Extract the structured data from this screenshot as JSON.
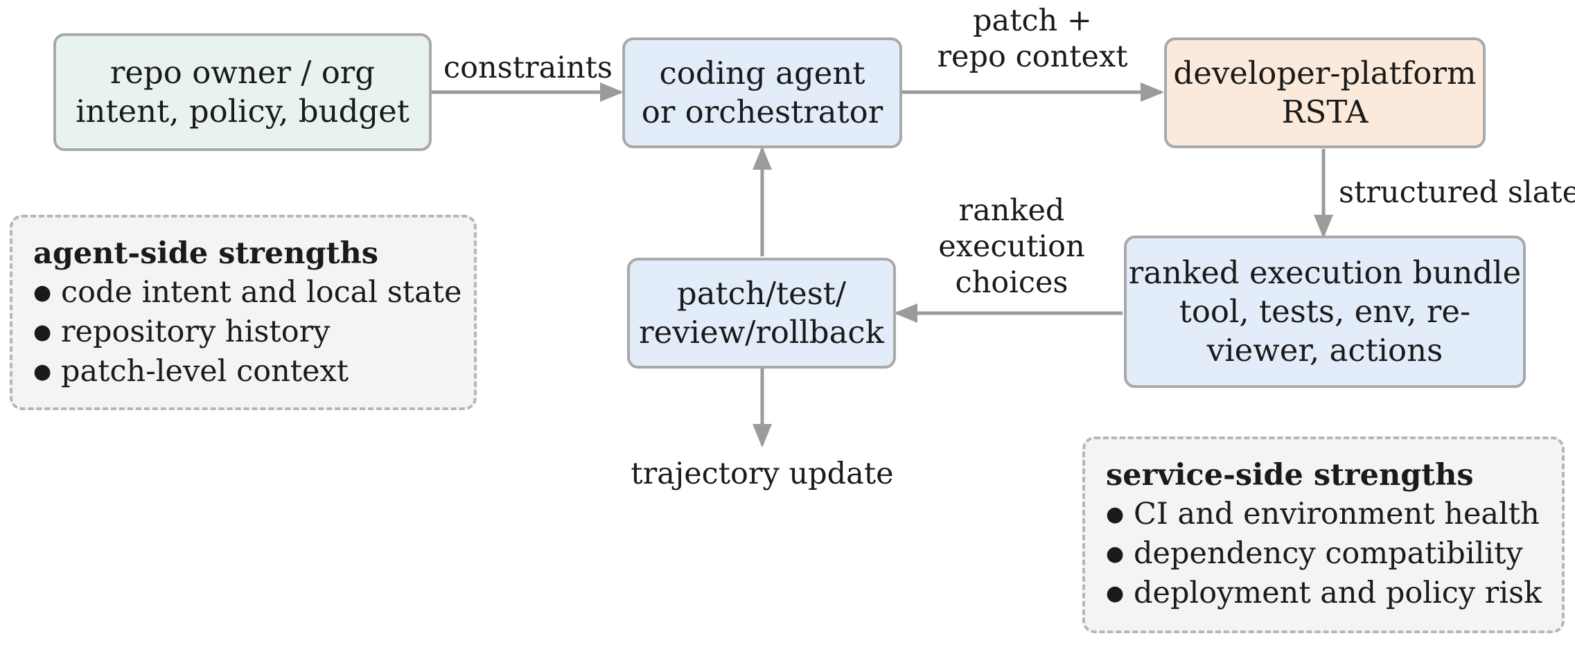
{
  "nodes": {
    "owner": {
      "lines": [
        "repo owner / org",
        "intent, policy, budget"
      ]
    },
    "agent": {
      "lines": [
        "coding agent",
        "or orchestrator"
      ]
    },
    "platform": {
      "lines": [
        "developer-platform",
        "RSTA"
      ]
    },
    "bundle": {
      "lines": [
        "ranked execution bundle",
        "tool, tests, env, re-",
        "viewer, actions"
      ]
    },
    "loop": {
      "lines": [
        "patch/test/",
        "review/rollback"
      ]
    }
  },
  "edge_labels": {
    "constraints": "constraints",
    "patch_context": [
      "patch +",
      "repo context"
    ],
    "structured_slate": "structured slate",
    "ranked_choices": [
      "ranked",
      "execution",
      "choices"
    ],
    "trajectory": "trajectory update"
  },
  "panels": {
    "agent_side": {
      "title": "agent-side strengths",
      "items": [
        "code intent and local state",
        "repository history",
        "patch-level context"
      ]
    },
    "service_side": {
      "title": "service-side strengths",
      "items": [
        "CI and environment health",
        "dependency compatibility",
        "deployment and policy risk"
      ]
    }
  },
  "colors": {
    "owner_fill": "#e9f3ee",
    "agent_fill": "#e3edf9",
    "platform_fill": "#fbeadb",
    "border": "#a9a9a9",
    "arrow": "#9b9b9b"
  }
}
